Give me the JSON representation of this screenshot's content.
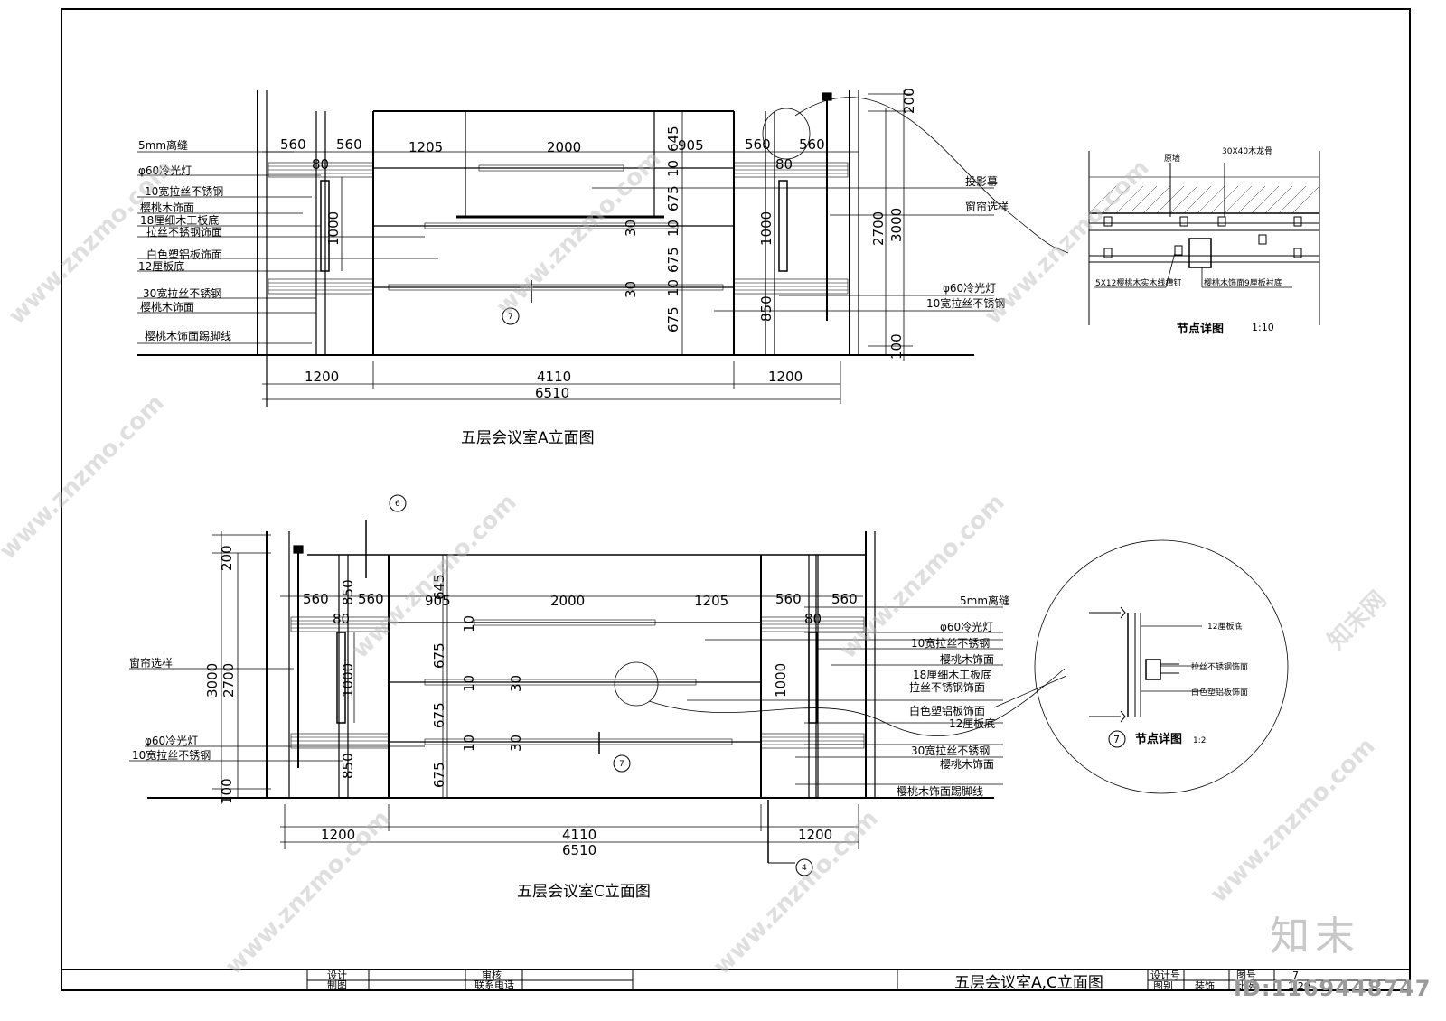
{
  "drawing_a": {
    "title": "五层会议室A立面图",
    "dims_top": [
      "560",
      "560",
      "1205",
      "2000",
      "905",
      "560",
      "560"
    ],
    "dims_bottom": [
      "1200",
      "4110",
      "1200"
    ],
    "dim_total": "6510",
    "dims_vertical_center": [
      "645",
      "10",
      "675",
      "10",
      "675",
      "10",
      "675"
    ],
    "dims_right": [
      "200",
      "2700",
      "3000",
      "100"
    ],
    "dims_local": [
      "80",
      "80",
      "1000",
      "1000",
      "30",
      "30",
      "850"
    ],
    "labels_left": [
      "5mm离缝",
      "φ60冷光灯",
      "10宽拉丝不锈钢",
      "樱桃木饰面",
      "18厘细木工板底",
      "拉丝不锈钢饰面",
      "白色塑铝板饰面",
      "12厘板底",
      "30宽拉丝不锈钢",
      "樱桃木饰面",
      "樱桃木饰面踢脚线"
    ],
    "labels_right": [
      "投影幕",
      "窗帘选样",
      "φ60冷光灯",
      "10宽拉丝不锈钢"
    ],
    "section_mark": "7"
  },
  "drawing_c": {
    "title": "五层会议室C立面图",
    "dims_top": [
      "560",
      "560",
      "905",
      "2000",
      "1205",
      "560",
      "560"
    ],
    "dims_bottom": [
      "1200",
      "4110",
      "1200"
    ],
    "dim_total": "6510",
    "dims_vertical_center": [
      "645",
      "10",
      "675",
      "10",
      "675",
      "10",
      "675"
    ],
    "dims_left": [
      "200",
      "3000",
      "2700",
      "100"
    ],
    "dims_local": [
      "80",
      "80",
      "850",
      "1000",
      "1000",
      "850",
      "30",
      "30"
    ],
    "labels_left": [
      "窗帘选样",
      "φ60冷光灯",
      "10宽拉丝不锈钢"
    ],
    "labels_right": [
      "5mm离缝",
      "φ60冷光灯",
      "10宽拉丝不锈钢",
      "樱桃木饰面",
      "18厘细木工板底",
      "拉丝不锈钢饰面",
      "白色塑铝板饰面",
      "12厘板底",
      "30宽拉丝不锈钢",
      "樱桃木饰面",
      "樱桃木饰面踢脚线"
    ],
    "section_marks": [
      "6",
      "7",
      "4"
    ]
  },
  "detail_top": {
    "title": "节点详图",
    "scale": "1:10",
    "labels": [
      "原墙",
      "30X40木龙骨",
      "5X12樱桃木实木线槽钉",
      "樱桃木饰面9厘板衬底"
    ]
  },
  "detail_circle": {
    "number": "7",
    "title": "节点详图",
    "scale": "1:2",
    "labels": [
      "12厘板底",
      "拉丝不锈钢饰面",
      "白色塑铝板饰面"
    ]
  },
  "title_block": {
    "design_label": "设计",
    "drafting_label": "制图",
    "review_label": "审核",
    "phone_label": "联系电话",
    "drawing_name": "五层会议室A,C立面图",
    "design_no_label": "设计号",
    "category_label": "图别",
    "category_value": "装饰",
    "drawing_no_label": "图号",
    "drawing_no_value": "7",
    "scale_label": "比例",
    "scale_value": "1:20"
  },
  "watermark": {
    "brand": "知末",
    "id_text": "ID:1169448747",
    "site": "www.znzmo.com",
    "site_short": "知末网"
  }
}
